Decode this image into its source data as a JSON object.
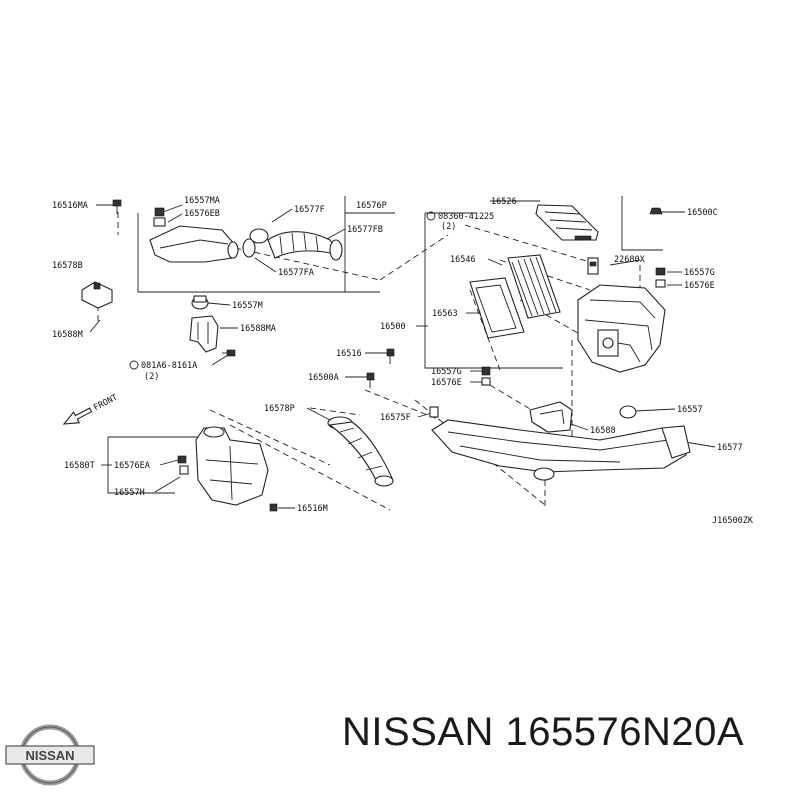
{
  "diagram_code": "J16500ZK",
  "front_label": "FRONT",
  "labels": {
    "l16516MA": "16516MA",
    "l16557MA": "16557MA",
    "l16576EB": "16576EB",
    "l16577F": "16577F",
    "l16576P": "16576P",
    "l16577FB": "16577FB",
    "l16577FA": "16577FA",
    "l16526": "16526",
    "l08360": "08360-41225",
    "l08360q": "(2)",
    "l16500C": "16500C",
    "l16578B": "16578B",
    "l16546": "16546",
    "l22680X": "22680X",
    "l16557G_r": "16557G",
    "l16576E_r": "16576E",
    "l16557M": "16557M",
    "l16588M": "16588M",
    "l16588MA": "16588MA",
    "l16563": "16563",
    "l16500": "16500",
    "l081A6": "081A6-8161A",
    "l081A6q": "(2)",
    "l16516": "16516",
    "l16500A": "16500A",
    "l16557G": "16557G",
    "l16576E": "16576E",
    "l16578P": "16578P",
    "l16575F": "16575F",
    "l16557": "16557",
    "l16588": "16588",
    "l16577": "16577",
    "l16580T": "16580T",
    "l16576EA": "16576EA",
    "l16557H": "16557H",
    "l16516M": "16516M"
  },
  "footer": {
    "title": "NISSAN 165576N20A",
    "logo_text": "NISSAN"
  }
}
